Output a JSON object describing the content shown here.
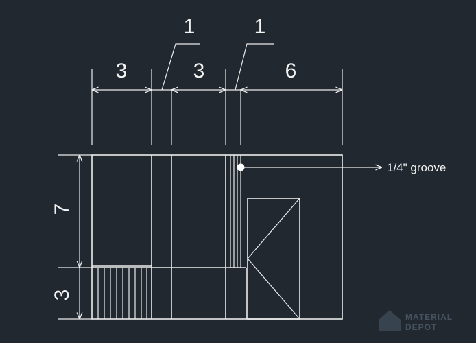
{
  "colors": {
    "background": "#212830",
    "line": "#ececec",
    "watermark": "#4a5866"
  },
  "dimensions": {
    "top": [
      "3",
      "1",
      "3",
      "1",
      "6"
    ],
    "left": [
      "7",
      "3"
    ]
  },
  "annotation": {
    "groove": "1/4\" groove"
  },
  "watermark": {
    "line1": "MATERIAL",
    "line2": "DEPOT",
    "icon": "house-icon"
  }
}
